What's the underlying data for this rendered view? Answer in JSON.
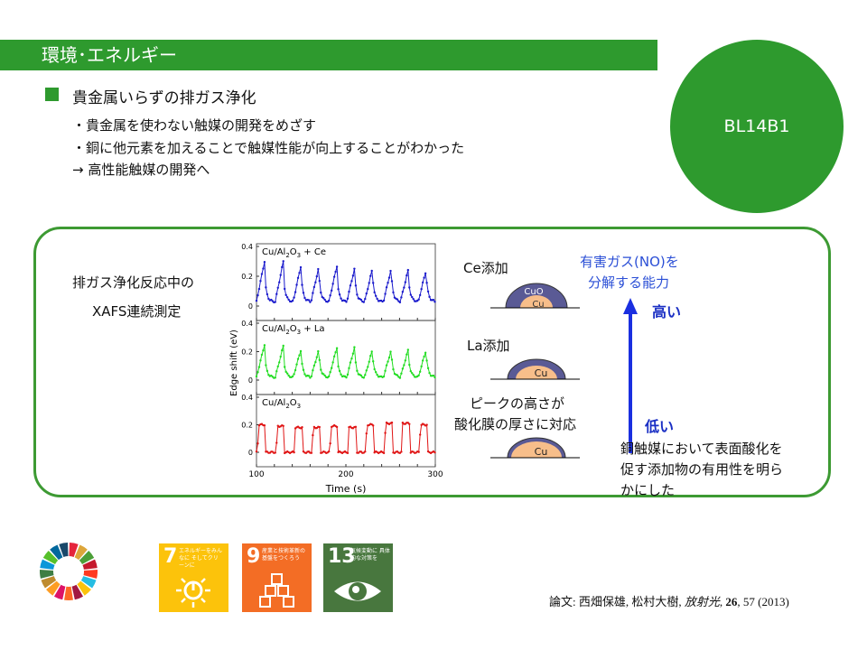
{
  "header": {
    "title": "環境･エネルギー"
  },
  "beamline": "BL14B1",
  "subtitle": "貴金属いらずの排ガス浄化",
  "bullets": [
    "・貴金属を使わない触媒の開発をめざす",
    "・銅に他元素を加えることで触媒性能が向上することがわかった",
    "→ 高性能触媒の開発へ"
  ],
  "left_label": {
    "line1": "排ガス浄化反応中の",
    "line2": "XAFS連続測定"
  },
  "diagram": {
    "ce_label": "Ce添加",
    "la_label": "La添加",
    "cuo": "CuO",
    "cu": "Cu",
    "peak_note": {
      "line1": "ピークの高さが",
      "line2": "酸化膜の厚さに対応"
    },
    "ability": {
      "line1": "有害ガス(NO)を",
      "line2": "分解する能力"
    },
    "high": "高い",
    "low": "低い",
    "conclusion": {
      "line1": "銅触媒において表面酸化を",
      "line2": "促す添加物の有用性を明ら",
      "line3": "かにした"
    },
    "colors": {
      "oxide": "#5a5a95",
      "cu": "#f7be8a",
      "arrow": "#1a2fe0"
    }
  },
  "chart_data": {
    "type": "line",
    "xlabel": "Time (s)",
    "ylabel": "Edge shift (eV)",
    "xlim": [
      100,
      300
    ],
    "ylim": [
      0,
      0.4
    ],
    "xticks": [
      "100",
      "200",
      "300"
    ],
    "yticks": [
      "0",
      "0.2",
      "0.4"
    ],
    "period": 20,
    "series": [
      {
        "name": "Cu/Al2O3 + Ce",
        "base": "Cu/Al",
        "sub1": "2",
        "mid": "O",
        "sub2": "3",
        "suffix": " + Ce",
        "color": "#1a1acc",
        "shape": "spike",
        "baseline": 0.03,
        "peak_times": [
          109,
          130,
          150,
          170,
          190,
          210,
          230,
          251,
          270,
          290
        ],
        "peaks": [
          0.3,
          0.3,
          0.28,
          0.27,
          0.27,
          0.26,
          0.26,
          0.26,
          0.25,
          0.25
        ]
      },
      {
        "name": "Cu/Al2O3 + La",
        "base": "Cu/Al",
        "sub1": "2",
        "mid": "O",
        "sub2": "3",
        "suffix": " + La",
        "color": "#22dd22",
        "shape": "spike",
        "baseline": 0.02,
        "peak_times": [
          109,
          130,
          150,
          170,
          190,
          210,
          230,
          251,
          270,
          290
        ],
        "peaks": [
          0.25,
          0.24,
          0.22,
          0.22,
          0.23,
          0.24,
          0.22,
          0.22,
          0.22,
          0.22
        ]
      },
      {
        "name": "Cu/Al2O3",
        "base": "Cu/Al",
        "sub1": "2",
        "mid": "O",
        "sub2": "3",
        "suffix": "",
        "color": "#e01515",
        "shape": "square",
        "baseline": 0.0,
        "peak_times": [
          109,
          130,
          150,
          170,
          190,
          210,
          230,
          251,
          270,
          290
        ],
        "peaks": [
          0.2,
          0.19,
          0.18,
          0.18,
          0.19,
          0.18,
          0.2,
          0.21,
          0.21,
          0.2
        ]
      }
    ]
  },
  "sdg": {
    "wheel_colors": [
      "#e5243b",
      "#dda63a",
      "#4c9f38",
      "#c5192d",
      "#ff3a21",
      "#26bde2",
      "#fcc30b",
      "#a21942",
      "#fd6925",
      "#dd1367",
      "#fd9d24",
      "#bf8b2e",
      "#3f7e44",
      "#0a97d9",
      "#56c02b",
      "#00689d",
      "#19486a"
    ],
    "tiles": [
      {
        "num": "7",
        "text": "エネルギーをみんなに そしてクリーンに",
        "color": "#fcc30b",
        "icon": "sun-power-icon"
      },
      {
        "num": "9",
        "text": "産業と技術革新の 基盤をつくろう",
        "color": "#f36d25",
        "icon": "cubes-icon"
      },
      {
        "num": "13",
        "text": "気候変動に 具体的な対策を",
        "color": "#48773e",
        "icon": "eye-earth-icon"
      }
    ]
  },
  "citation": {
    "prefix": "論文: 西畑保雄, 松村大樹, ",
    "journal": "放射光",
    "sep": ", ",
    "volume": "26",
    "rest": ", 57 (2013)"
  }
}
